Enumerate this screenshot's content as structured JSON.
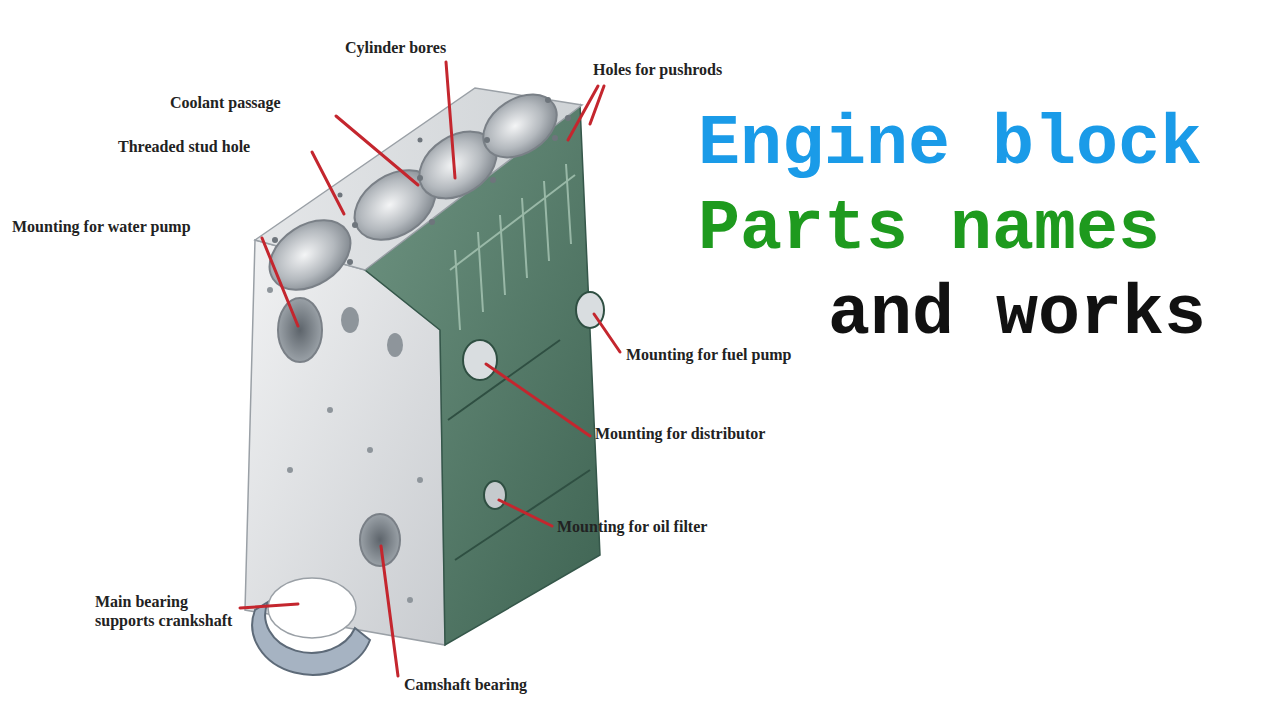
{
  "diagram": {
    "labels": [
      "Cylinder bores",
      "Holes for pushrods",
      "Coolant passage",
      "Threaded stud hole",
      "Mounting for water pump",
      "Mounting for fuel pump",
      "Mounting for distributor",
      "Mounting for oil filter",
      "Main bearing supports crankshaft",
      "Camshaft bearing",
      "Engine block",
      "Parts names",
      "and works"
    ]
  }
}
